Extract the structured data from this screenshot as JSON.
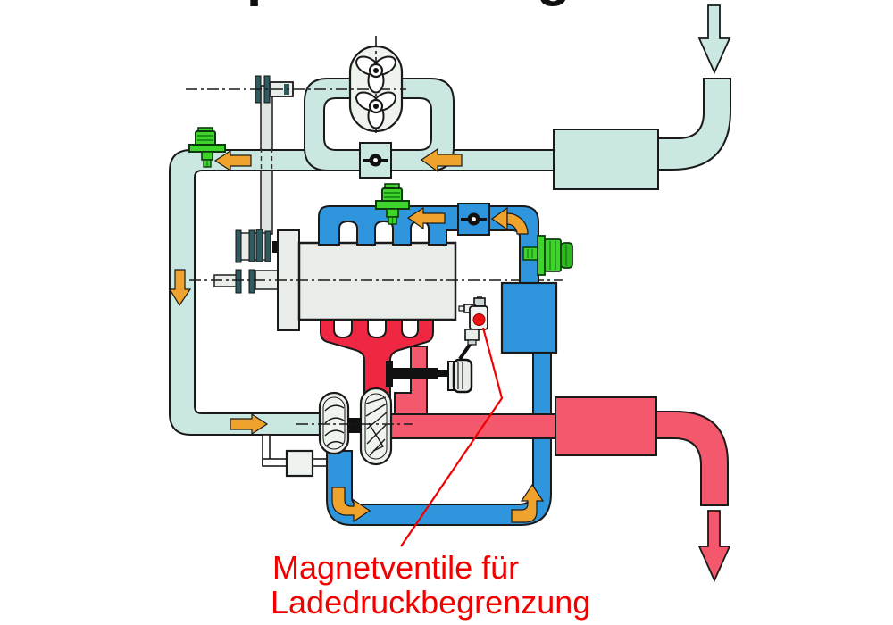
{
  "title_fragments": {
    "left": "p",
    "right": "g"
  },
  "caption": {
    "line1": "Magnetventile für",
    "line2": "Ladedruckbegrenzung"
  },
  "colors": {
    "intake_air": "#cbe7e2",
    "charge_air": "#2f96dd",
    "exhaust_manifold": "#f02742",
    "exhaust": "#f4586c",
    "flow_arrow": "#f0a32c",
    "solenoid_green": "#3ed42b",
    "engine_gray": "#e9ede9",
    "housing_light": "#eef3ee",
    "callout_red": "#f20000",
    "outline": "#1a1a1a"
  }
}
